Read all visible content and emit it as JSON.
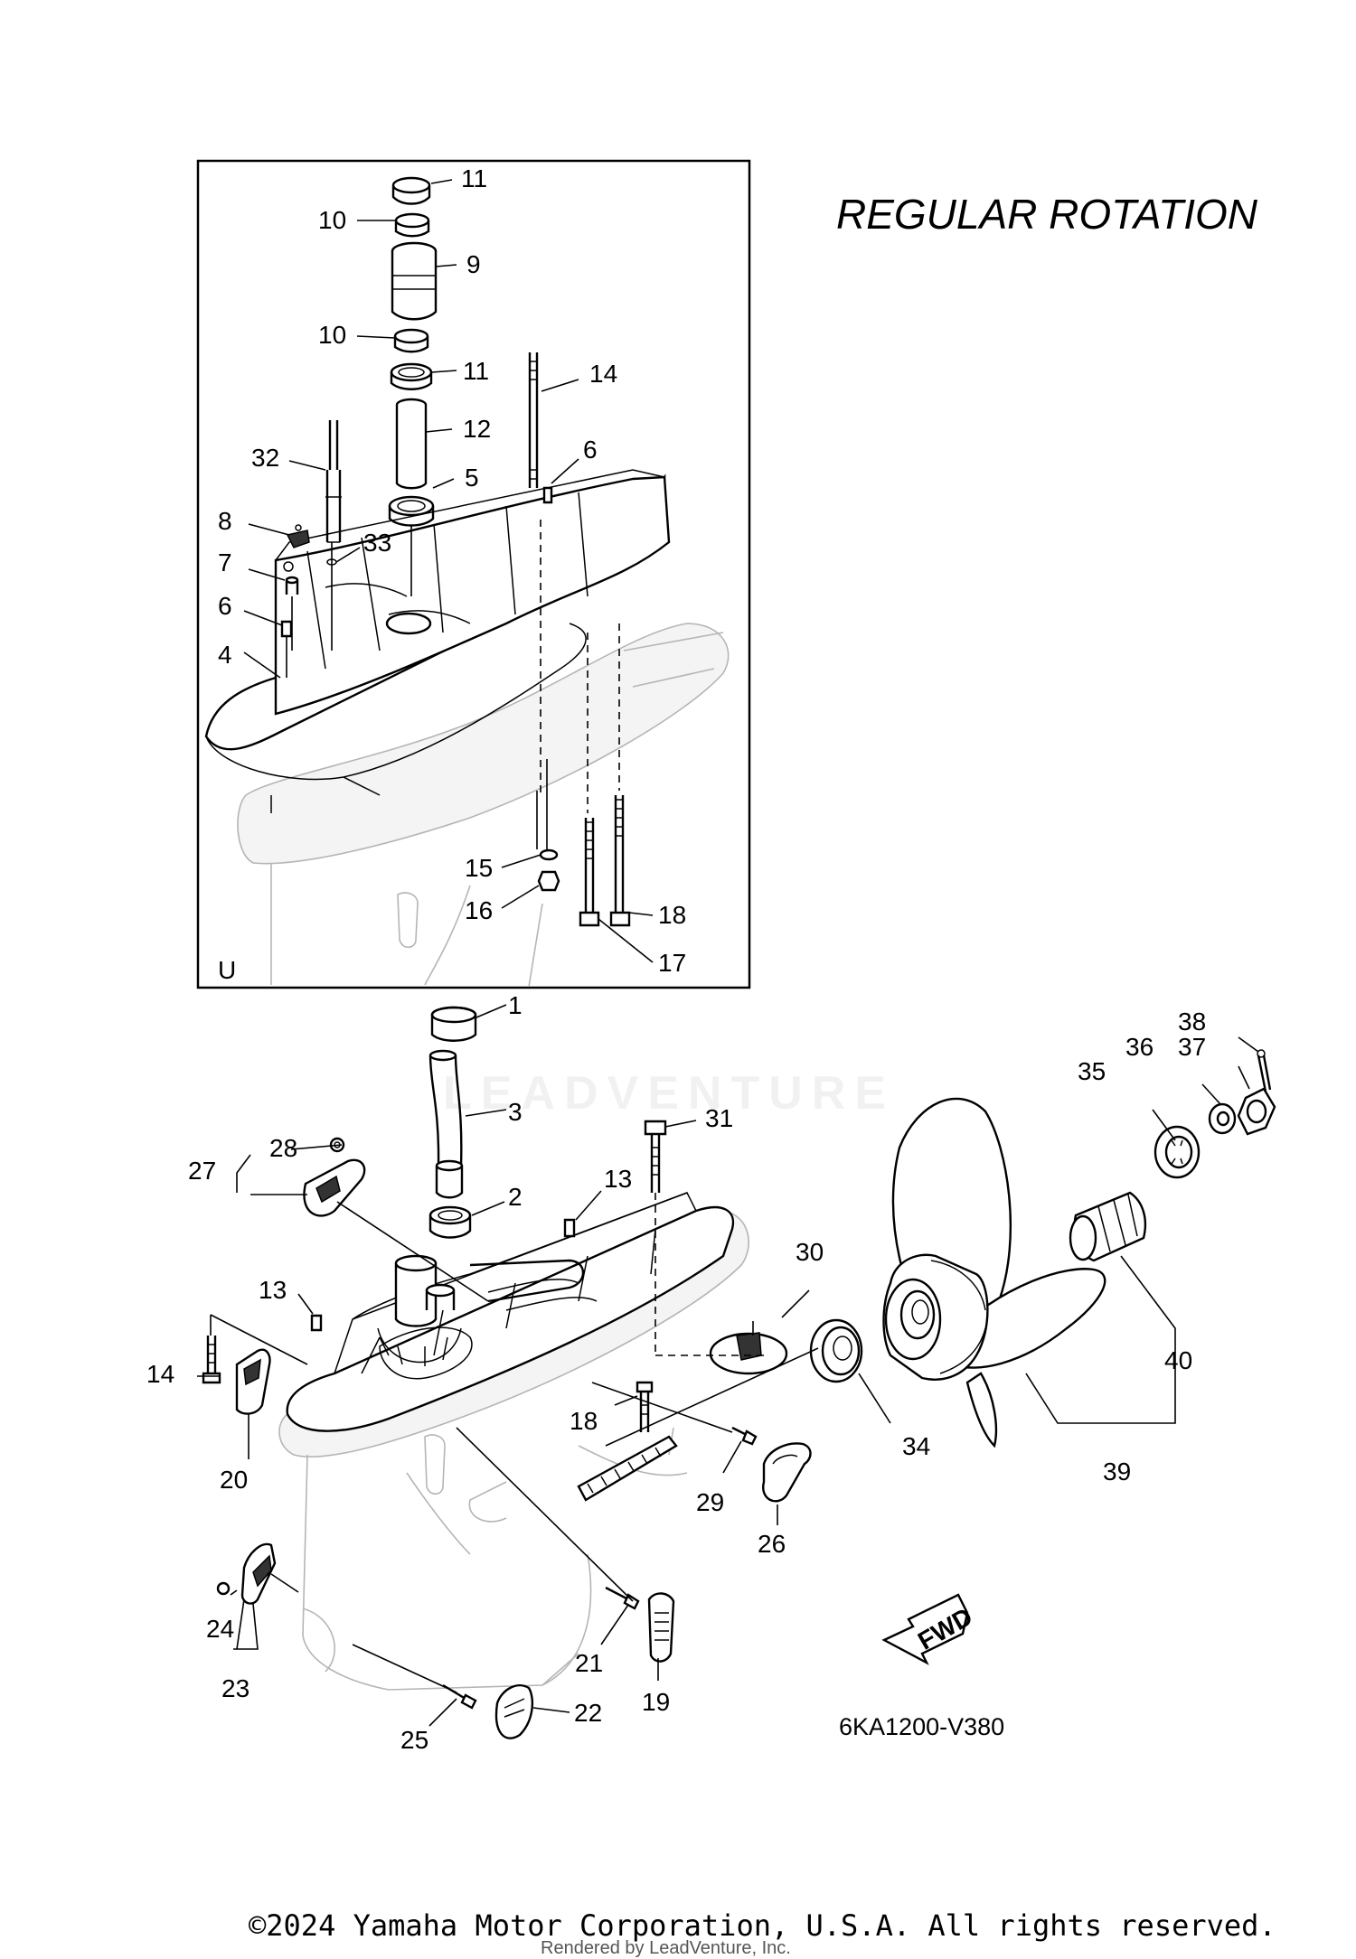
{
  "title": "REGULAR ROTATION",
  "diagram_code": "6KA1200-V380",
  "inset_tag": "U",
  "fwd_label": "FWD",
  "watermark": "LEADVENTURE",
  "copyright": "©2024 Yamaha Motor Corporation, U.S.A. All rights reserved.",
  "rendered_by": "Rendered by LeadVenture, Inc.",
  "callouts": {
    "c1": "1",
    "c2": "2",
    "c3": "3",
    "c4": "4",
    "c5": "5",
    "c6a": "6",
    "c6b": "6",
    "c7": "7",
    "c8": "8",
    "c9": "9",
    "c10a": "10",
    "c10b": "10",
    "c11a": "11",
    "c11b": "11",
    "c12": "12",
    "c13a": "13",
    "c13b": "13",
    "c14a": "14",
    "c14b": "14",
    "c15": "15",
    "c16": "16",
    "c17": "17",
    "c18a": "18",
    "c18b": "18",
    "c19": "19",
    "c20": "20",
    "c21": "21",
    "c22": "22",
    "c23": "23",
    "c24": "24",
    "c25": "25",
    "c26": "26",
    "c27": "27",
    "c28": "28",
    "c29": "29",
    "c30": "30",
    "c31": "31",
    "c32": "32",
    "c33": "33",
    "c34": "34",
    "c35": "35",
    "c36": "36",
    "c37": "37",
    "c38": "38",
    "c39": "39",
    "c40": "40"
  }
}
